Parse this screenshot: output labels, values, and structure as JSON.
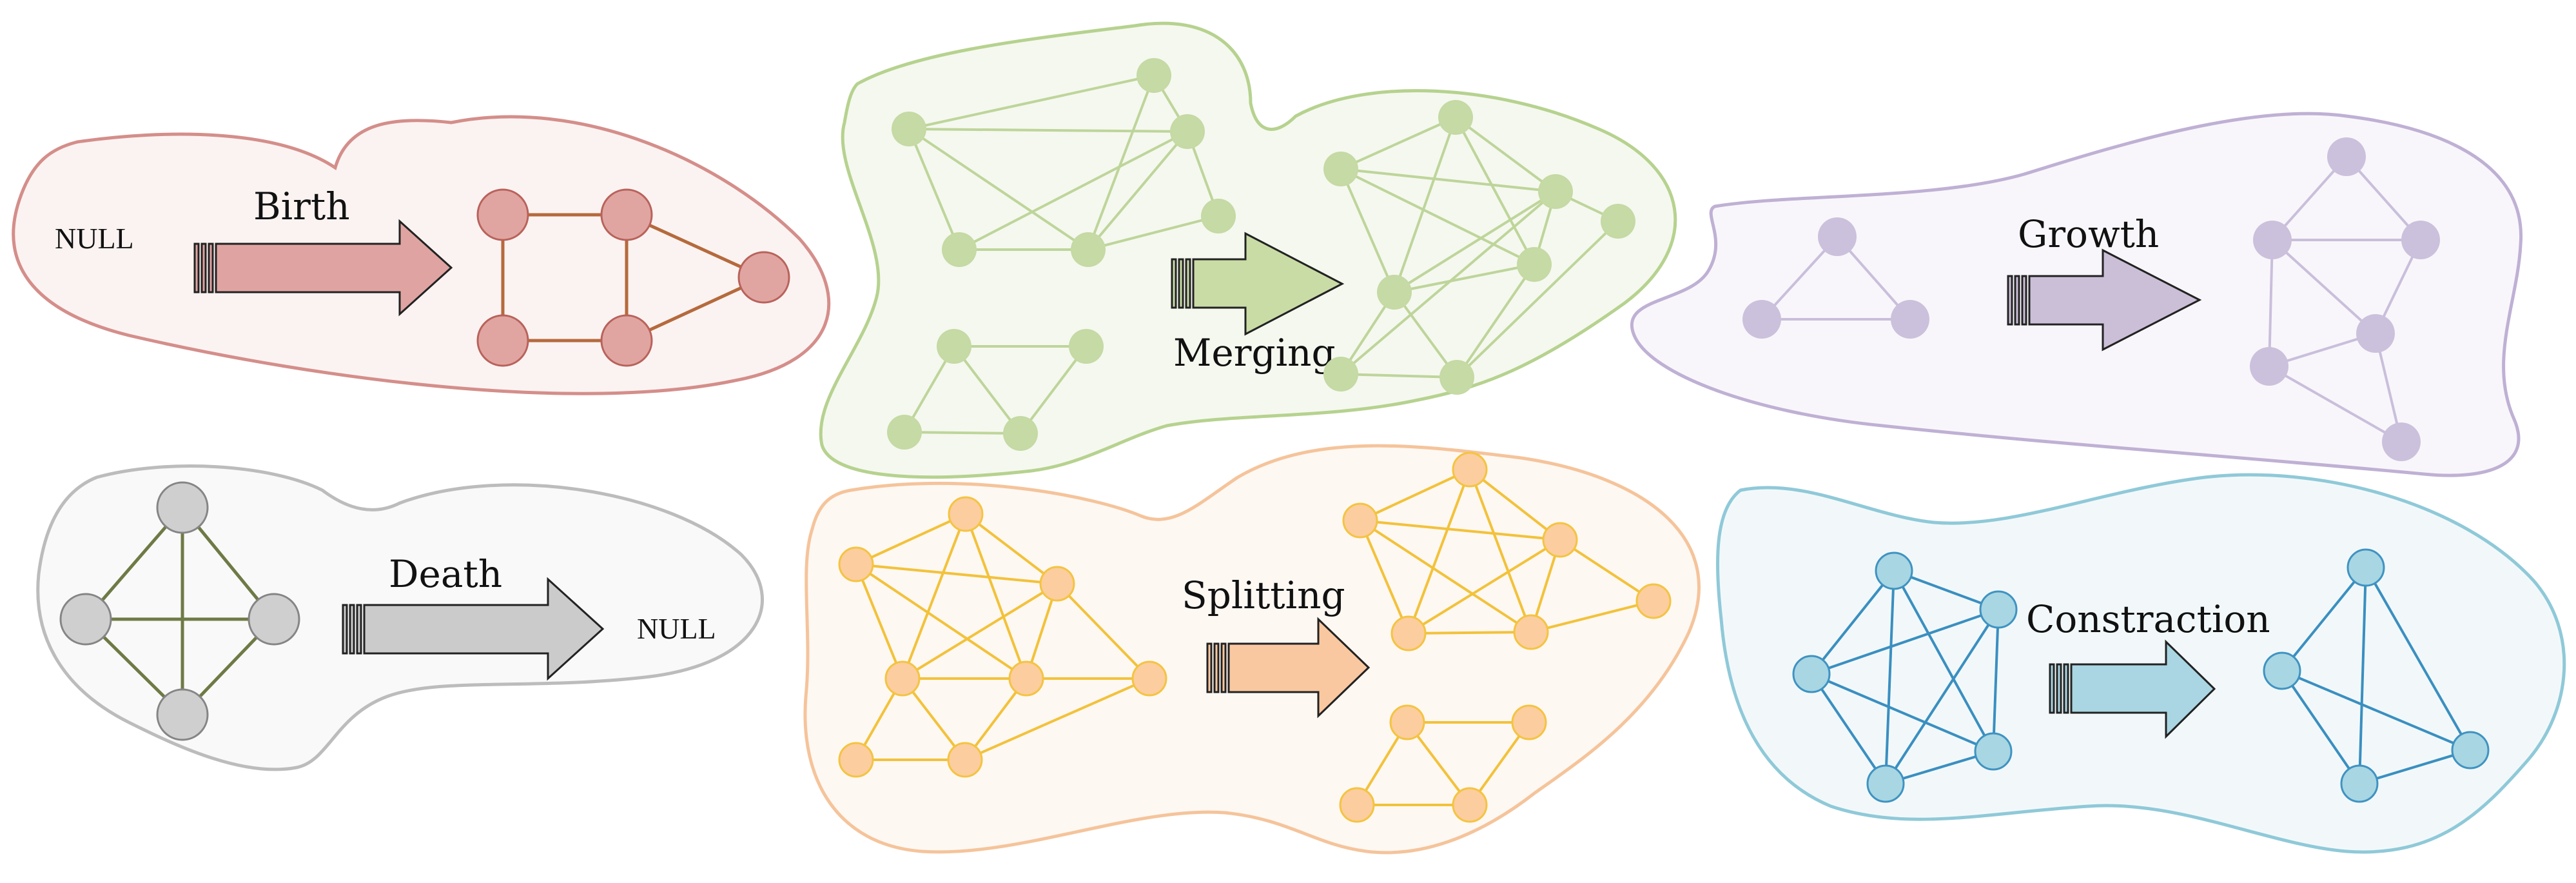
{
  "panels": [
    {
      "id": "birth",
      "label": "Birth",
      "left_text": "NULL",
      "right_text": "",
      "blob_fill": "#fbf3f2",
      "blob_stroke": "#d48e8a",
      "node_fill": "#e1a5a1",
      "node_stroke": "#b8625b",
      "edge_color": "#b56a3c",
      "arrow_fill": "#dfa4a2"
    },
    {
      "id": "merging",
      "label": "Merging",
      "left_text": "",
      "right_text": "",
      "blob_fill": "#f5f8ef",
      "blob_stroke": "#b6d28f",
      "node_fill": "#c5daa4",
      "node_stroke": "#c5daa4",
      "edge_color": "#bed59a",
      "arrow_fill": "#c9dca6"
    },
    {
      "id": "growth",
      "label": "Growth",
      "left_text": "",
      "right_text": "",
      "blob_fill": "#f8f6fa",
      "blob_stroke": "#bfb0d4",
      "node_fill": "#cbc1dc",
      "node_stroke": "#cbc1dc",
      "edge_color": "#c9bfdb",
      "arrow_fill": "#cbbfd8"
    },
    {
      "id": "death",
      "label": "Death",
      "left_text": "",
      "right_text": "NULL",
      "blob_fill": "#f9f9f9",
      "blob_stroke": "#bcbcbc",
      "node_fill": "#cfcfcf",
      "node_stroke": "#858585",
      "edge_color": "#6e7a45",
      "arrow_fill": "#cbcbcb"
    },
    {
      "id": "splitting",
      "label": "Splitting",
      "left_text": "",
      "right_text": "",
      "blob_fill": "#fef8f3",
      "blob_stroke": "#f5c49b",
      "node_fill": "#fbcd9f",
      "node_stroke": "#f4c440",
      "edge_color": "#f2c23a",
      "arrow_fill": "#f9c8a0"
    },
    {
      "id": "constraction",
      "label": "Constraction",
      "left_text": "",
      "right_text": "",
      "blob_fill": "#f2f8fa",
      "blob_stroke": "#8fc9d8",
      "node_fill": "#a8d6e2",
      "node_stroke": "#3f93c2",
      "edge_color": "#3a8fc0",
      "arrow_fill": "#a9d6e2"
    }
  ]
}
